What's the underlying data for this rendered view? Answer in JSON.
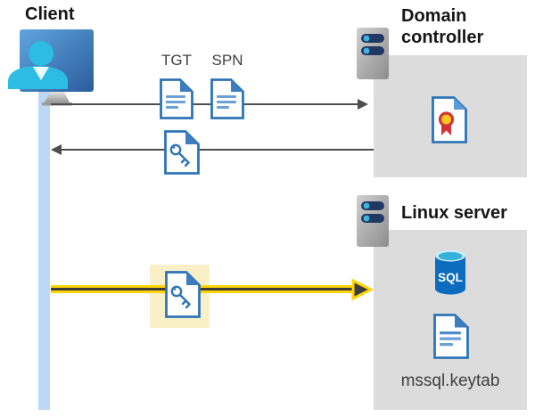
{
  "client": {
    "label": "Client"
  },
  "domain_controller": {
    "label": "Domain controller"
  },
  "linux_server": {
    "label": "Linux server",
    "sql_badge": "SQL",
    "keytab_label": "mssql.keytab"
  },
  "tickets": {
    "tgt": "TGT",
    "spn": "SPN"
  },
  "icons": [
    "client-icon",
    "server-icon",
    "document-icon",
    "key-document-icon",
    "certificate-icon",
    "sql-database-icon",
    "arrowhead-icon"
  ],
  "colors": {
    "doc_border_blue": "#2e75b6",
    "doc_fold_blue": "#3d7ebf",
    "doc_line_blue": "#6b9fd6",
    "arrow_gray": "#4d4d4d",
    "arrow_yellow": "#ffd400",
    "arrow_yellow_core": "#3c3c3c",
    "highlight_yellow": "#faf0c8",
    "box_gray": "#dcdcdc",
    "lifeline_blue": "#bdd8f4",
    "server_bar_navy": "#1f3864",
    "server_dot_cyan": "#41b4de",
    "sql_body_blue": "#0c6cbd",
    "sql_top_cyan": "#35b2dc",
    "cert_red": "#d13438",
    "cert_yellow": "#ffc81e",
    "person_cyan": "#2cbce4",
    "monitor_blue_light": "#5fa5de",
    "monitor_blue_dark": "#2b5c9b"
  }
}
